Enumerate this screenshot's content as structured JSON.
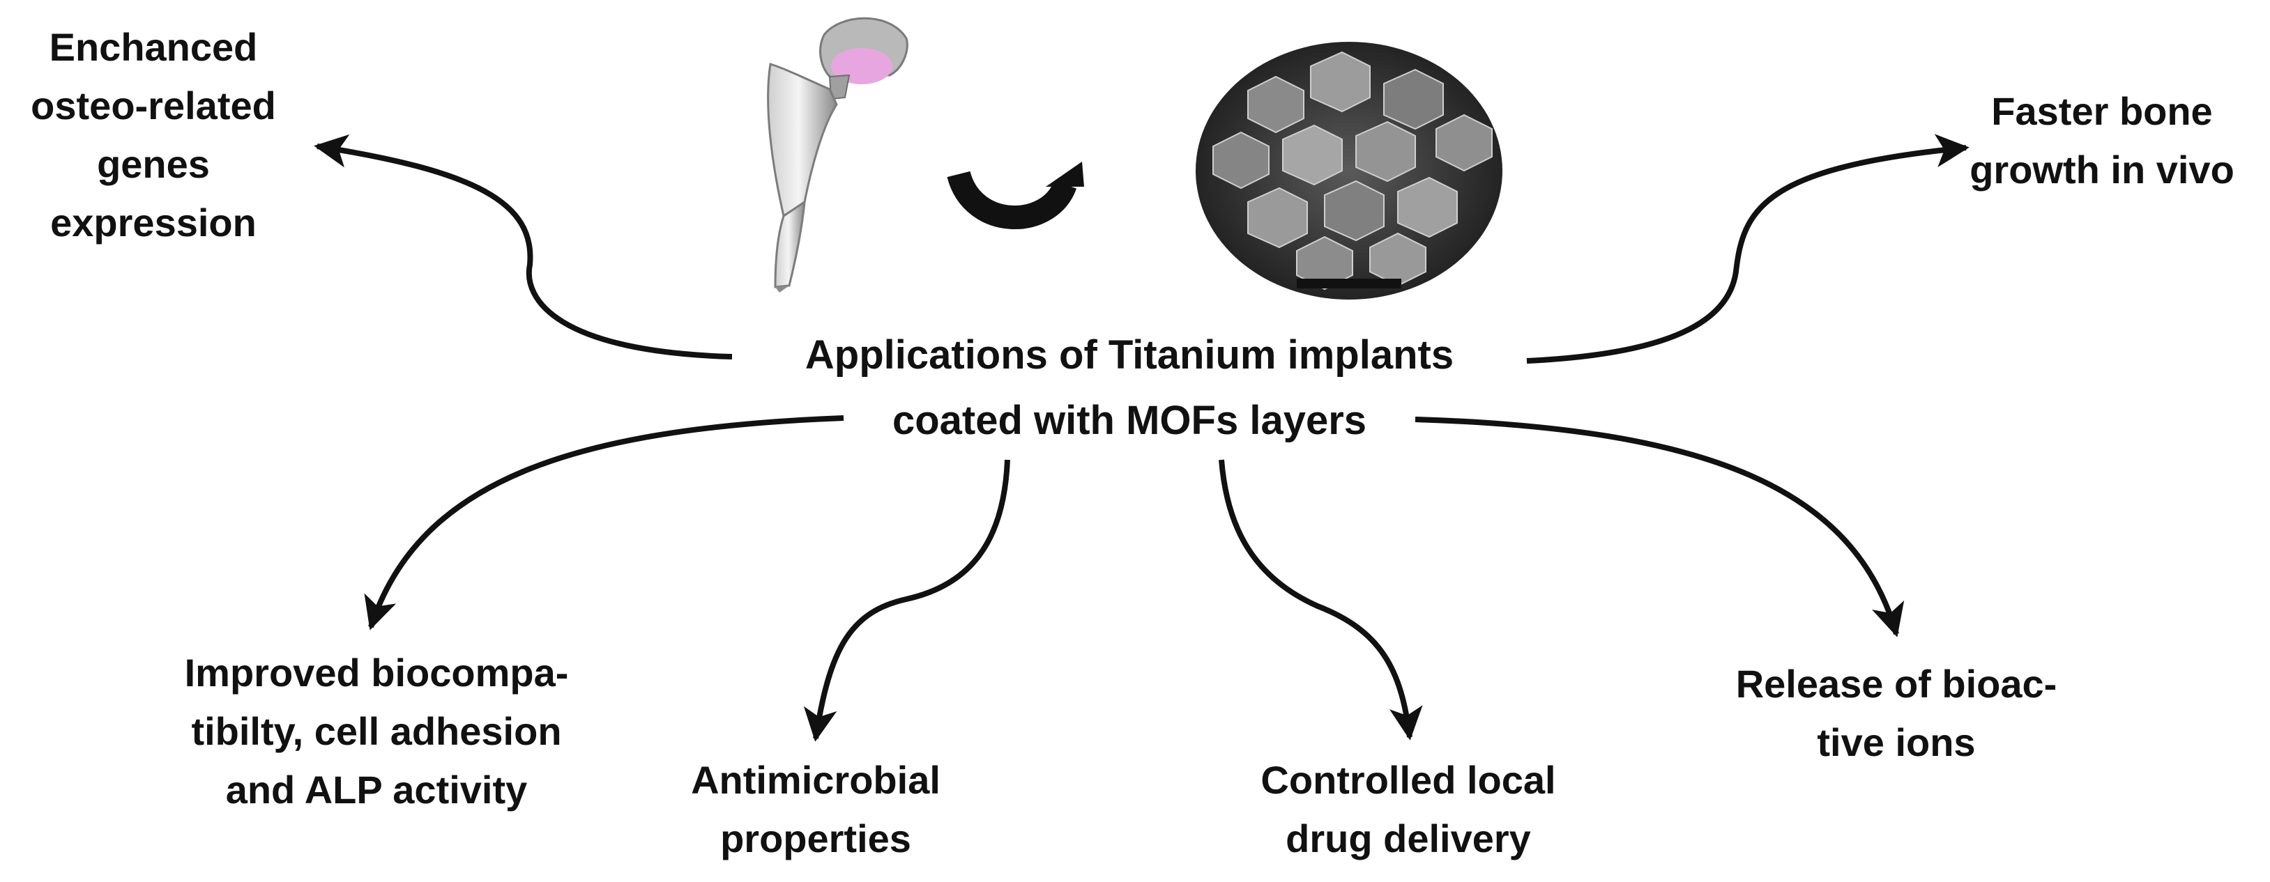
{
  "title": {
    "lines": [
      "Applications of Titanium implants",
      "coated with MOFs layers"
    ]
  },
  "outcomes": {
    "gene_expression": [
      "Enchanced",
      "osteo-related",
      "genes",
      "expression"
    ],
    "bone_growth": [
      "Faster bone",
      "growth in vivo"
    ],
    "biocompatibility": [
      "Improved biocompa-",
      "tibilty,  cell adhesion",
      "and ALP activity"
    ],
    "antimicrobial": [
      "Antimicrobial",
      "properties"
    ],
    "drug_delivery": [
      "Controlled local",
      "drug delivery"
    ],
    "bioactive_ions": [
      "Release of bioac-",
      "tive ions"
    ]
  },
  "colors": {
    "text": "#111111",
    "arrow": "#111111",
    "implant_head": "#e8a6e0",
    "implant_metal": "#9b9b9b",
    "sem_background": "#3a3a3a"
  },
  "icons": [
    "hip-implant-icon",
    "curved-arrow-icon",
    "mof-crystal-sem-image"
  ]
}
